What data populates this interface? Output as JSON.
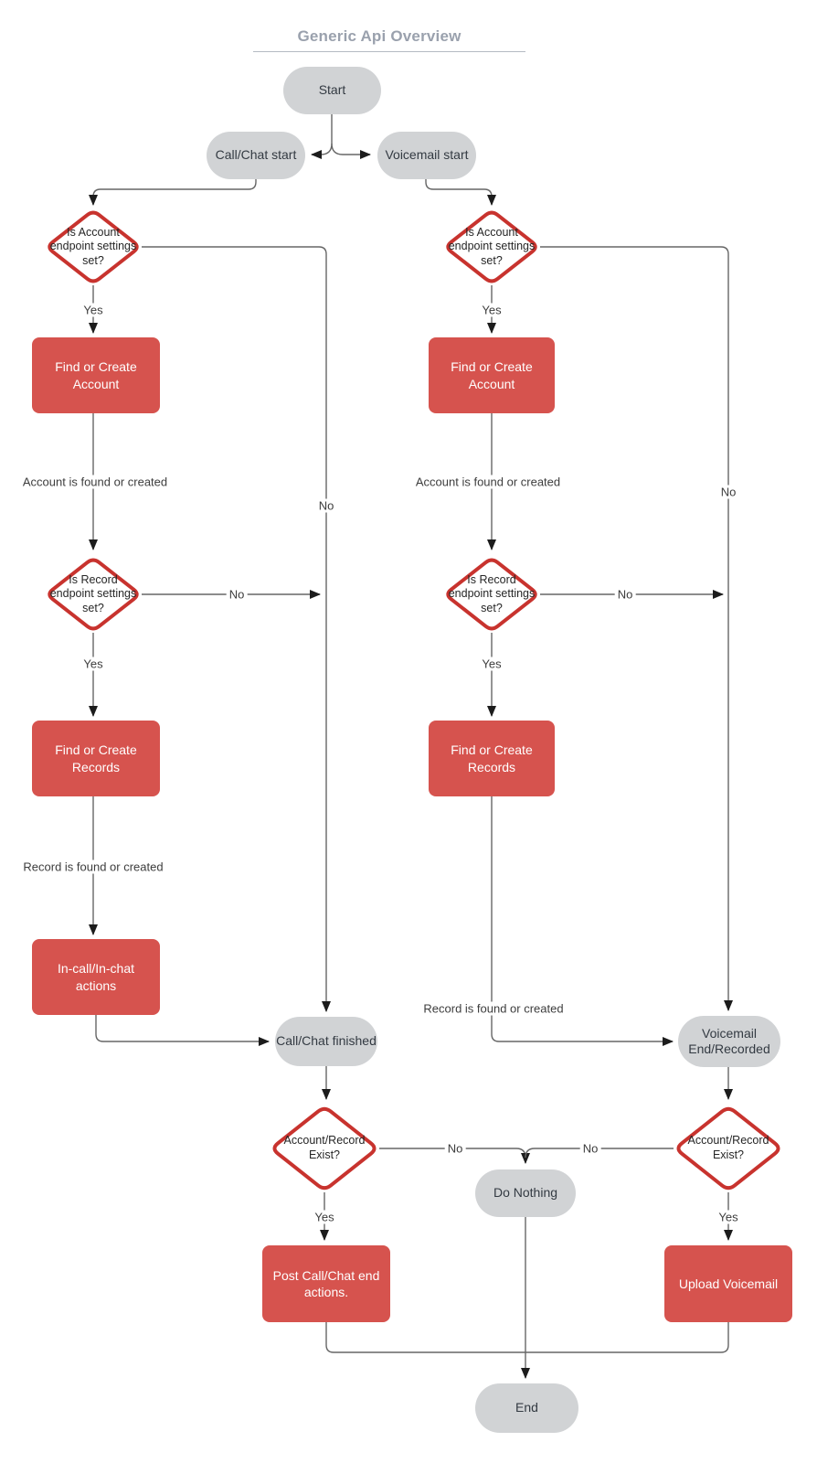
{
  "title": "Generic Api Overview",
  "colors": {
    "process_fill": "#d6534e",
    "decision_border": "#c8332e",
    "terminator_fill": "#d1d3d5",
    "line": "#666666",
    "arrowhead": "#1c1c1c",
    "title_text": "#9aa1ad"
  },
  "nodes": {
    "start": "Start",
    "call_chat_start": "Call/Chat start",
    "voicemail_start": "Voicemail start",
    "is_account_set_left": "Is Account endpoint settings set?",
    "find_or_create_account_left": "Find or Create Account",
    "is_record_set_left": "Is Record endpoint settings set?",
    "find_or_create_records_left": "Find or Create Records",
    "in_call_actions": "In-call/In-chat actions",
    "call_chat_finished": "Call/Chat finished",
    "account_record_exist_left": "Account/Record Exist?",
    "post_call_chat_end_actions": "Post Call/Chat end actions.",
    "do_nothing": "Do Nothing",
    "is_account_set_right": "Is Account endpoint settings set?",
    "find_or_create_account_right": "Find or Create Account",
    "is_record_set_right": "Is Record endpoint settings set?",
    "find_or_create_records_right": "Find or Create Records",
    "voicemail_end_recorded": "Voicemail End/Recorded",
    "account_record_exist_right": "Account/Record Exist?",
    "upload_voicemail": "Upload Voicemail",
    "end": "End"
  },
  "edge_labels": {
    "yes": "Yes",
    "no": "No",
    "account_found": "Account is found or created",
    "record_found": "Record is found or created"
  },
  "edges": [
    {
      "from": "start",
      "to": "call_chat_start",
      "label": ""
    },
    {
      "from": "start",
      "to": "voicemail_start",
      "label": ""
    },
    {
      "from": "call_chat_start",
      "to": "is_account_set_left",
      "label": ""
    },
    {
      "from": "is_account_set_left",
      "to": "find_or_create_account_left",
      "label": "Yes"
    },
    {
      "from": "is_account_set_left",
      "to": "call_chat_finished",
      "label": "No"
    },
    {
      "from": "find_or_create_account_left",
      "to": "is_record_set_left",
      "label": "Account is found or created"
    },
    {
      "from": "is_record_set_left",
      "to": "find_or_create_records_left",
      "label": "Yes"
    },
    {
      "from": "is_record_set_left",
      "to": "call_chat_finished",
      "label": "No"
    },
    {
      "from": "find_or_create_records_left",
      "to": "in_call_actions",
      "label": "Record is found or created"
    },
    {
      "from": "in_call_actions",
      "to": "call_chat_finished",
      "label": ""
    },
    {
      "from": "call_chat_finished",
      "to": "account_record_exist_left",
      "label": ""
    },
    {
      "from": "account_record_exist_left",
      "to": "post_call_chat_end_actions",
      "label": "Yes"
    },
    {
      "from": "account_record_exist_left",
      "to": "do_nothing",
      "label": "No"
    },
    {
      "from": "post_call_chat_end_actions",
      "to": "end",
      "label": ""
    },
    {
      "from": "do_nothing",
      "to": "end",
      "label": ""
    },
    {
      "from": "voicemail_start",
      "to": "is_account_set_right",
      "label": ""
    },
    {
      "from": "is_account_set_right",
      "to": "find_or_create_account_right",
      "label": "Yes"
    },
    {
      "from": "is_account_set_right",
      "to": "voicemail_end_recorded",
      "label": "No"
    },
    {
      "from": "find_or_create_account_right",
      "to": "is_record_set_right",
      "label": "Account is found or created"
    },
    {
      "from": "is_record_set_right",
      "to": "find_or_create_records_right",
      "label": "Yes"
    },
    {
      "from": "is_record_set_right",
      "to": "voicemail_end_recorded",
      "label": "No"
    },
    {
      "from": "find_or_create_records_right",
      "to": "voicemail_end_recorded",
      "label": "Record is found or created"
    },
    {
      "from": "voicemail_end_recorded",
      "to": "account_record_exist_right",
      "label": ""
    },
    {
      "from": "account_record_exist_right",
      "to": "upload_voicemail",
      "label": "Yes"
    },
    {
      "from": "account_record_exist_right",
      "to": "do_nothing",
      "label": "No"
    },
    {
      "from": "upload_voicemail",
      "to": "end",
      "label": ""
    }
  ]
}
